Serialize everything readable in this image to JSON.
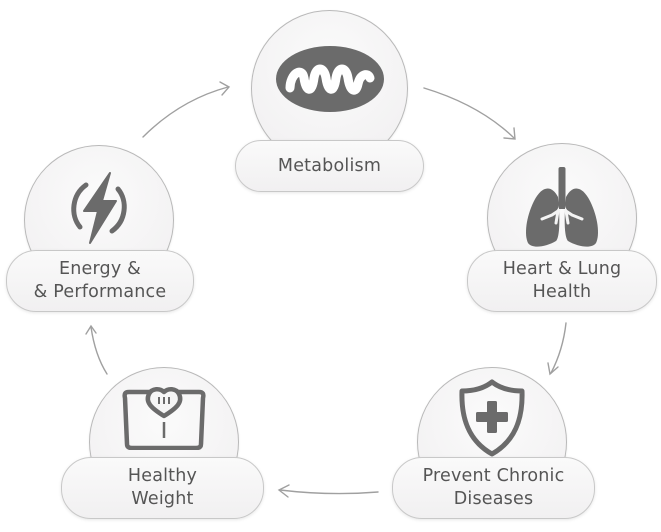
{
  "diagram": {
    "type": "cycle",
    "colors": {
      "icon": "#6b6b6b",
      "text": "#555555",
      "arrow": "#9a9a9a",
      "node_fill": "#f3f2f3",
      "node_border": "#b9b9b9"
    },
    "nodes": [
      {
        "id": "metabolism",
        "icon": "mitochondria-icon",
        "lines": [
          "Metabolism"
        ]
      },
      {
        "id": "heart-lung",
        "icon": "lungs-icon",
        "lines": [
          "Heart & Lung",
          "Health"
        ]
      },
      {
        "id": "prevent-chronic",
        "icon": "shield-plus-icon",
        "lines": [
          "Prevent Chronic",
          "Diseases"
        ]
      },
      {
        "id": "healthy-weight",
        "icon": "scale-icon",
        "lines": [
          "Healthy",
          "Weight"
        ]
      },
      {
        "id": "energy",
        "icon": "lightning-bolt-icon",
        "lines": [
          "Energy &",
          "& Performance"
        ]
      }
    ],
    "edges": [
      {
        "from": "metabolism",
        "to": "heart-lung"
      },
      {
        "from": "heart-lung",
        "to": "prevent-chronic"
      },
      {
        "from": "prevent-chronic",
        "to": "healthy-weight"
      },
      {
        "from": "healthy-weight",
        "to": "energy"
      },
      {
        "from": "energy",
        "to": "metabolism"
      }
    ]
  }
}
